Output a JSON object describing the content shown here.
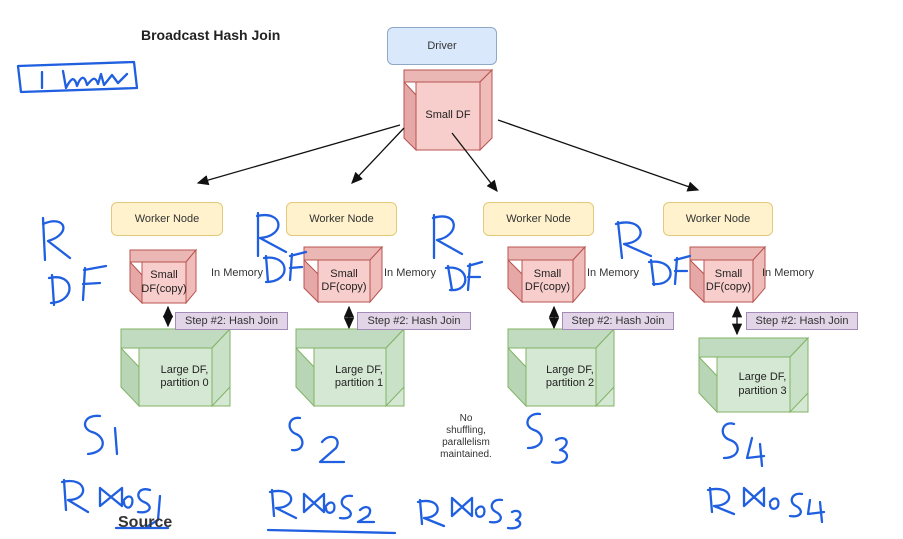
{
  "title": "Broadcast Hash Join",
  "driver": "Driver",
  "small_df": "Small DF",
  "workers": [
    {
      "label": "Worker Node",
      "small": [
        "Small",
        "DF(copy)"
      ],
      "memory": "In Memory",
      "step": "Step #2: Hash Join",
      "large": [
        "Large DF,",
        "partition 0"
      ]
    },
    {
      "label": "Worker Node",
      "small": [
        "Small",
        "DF(copy)"
      ],
      "memory": "In Memory",
      "step": "Step #2: Hash Join",
      "large": [
        "Large DF,",
        "partition 1"
      ]
    },
    {
      "label": "Worker Node",
      "small": [
        "Small",
        "DF(copy)"
      ],
      "memory": "In Memory",
      "step": "Step #2: Hash Join",
      "large": [
        "Large DF,",
        "partition 2"
      ]
    },
    {
      "label": "Worker Node",
      "small": [
        "Small",
        "DF(copy)"
      ],
      "memory": "In Memory",
      "step": "Step #2: Hash Join",
      "large": [
        "Large DF,",
        "partition 3"
      ]
    }
  ],
  "note": [
    "No",
    "shuffling,",
    "parallelism",
    "maintained."
  ],
  "source": "Source",
  "colors": {
    "driver_fill": "#dae8fc",
    "worker_fill": "#fff2cc",
    "small_df_fill": "#f8cecc",
    "large_df_fill": "#d5e8d4",
    "step_fill": "#e1d5e7",
    "handwriting": "#1f5fe0"
  }
}
